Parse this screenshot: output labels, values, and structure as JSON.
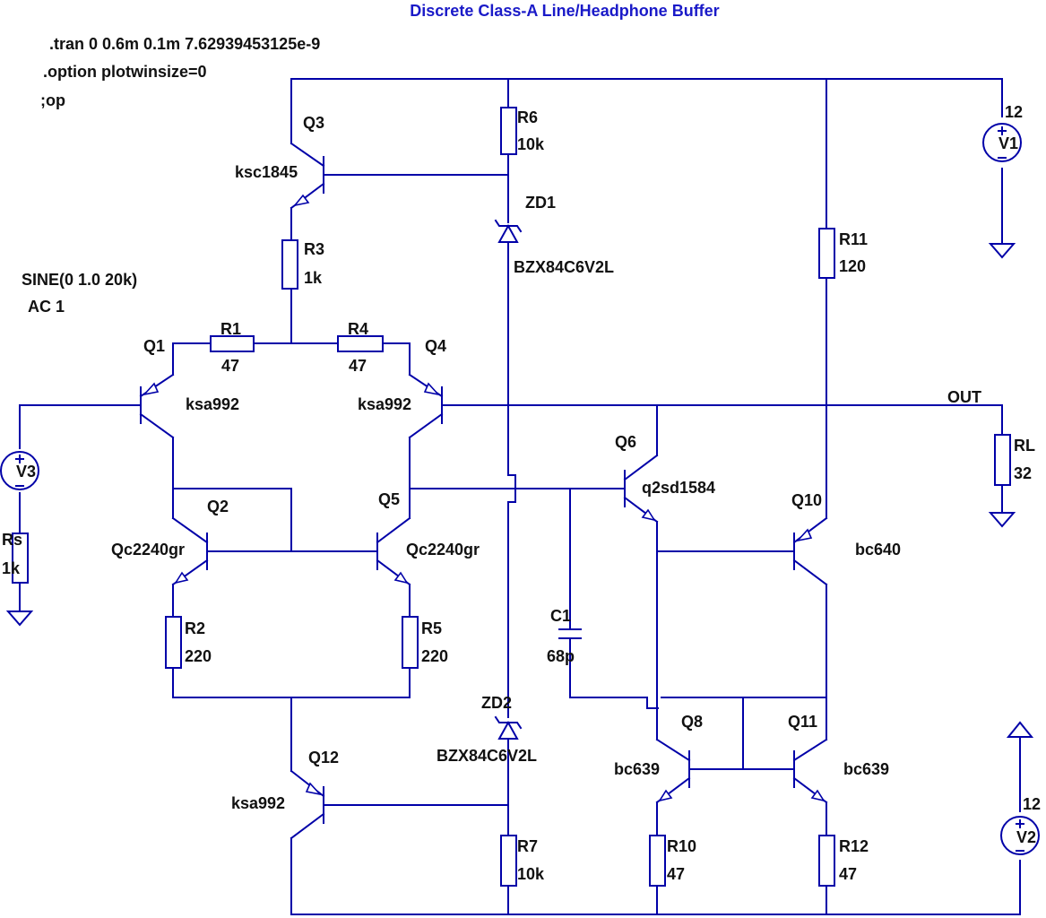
{
  "title": "Discrete Class-A Line/Headphone Buffer",
  "directives": [
    ".tran 0 0.6m 0.1m 7.62939453125e-9",
    ".option plotwinsize=0",
    ";op"
  ],
  "source_spec": [
    "SINE(0 1.0 20k)",
    "AC 1"
  ],
  "net_out": "OUT",
  "components": {
    "q1": {
      "ref": "Q1",
      "model": "ksa992"
    },
    "q2": {
      "ref": "Q2",
      "model": "Qc2240gr"
    },
    "q3": {
      "ref": "Q3",
      "model": "ksc1845"
    },
    "q4": {
      "ref": "Q4",
      "model": "ksa992"
    },
    "q5": {
      "ref": "Q5",
      "model": "Qc2240gr"
    },
    "q6": {
      "ref": "Q6",
      "model": "q2sd1584"
    },
    "q8": {
      "ref": "Q8",
      "model": "bc639"
    },
    "q10": {
      "ref": "Q10",
      "model": "bc640"
    },
    "q11": {
      "ref": "Q11",
      "model": "bc639"
    },
    "q12": {
      "ref": "Q12",
      "model": "ksa992"
    },
    "r1": {
      "ref": "R1",
      "value": "47"
    },
    "r2": {
      "ref": "R2",
      "value": "220"
    },
    "r3": {
      "ref": "R3",
      "value": "1k"
    },
    "r4": {
      "ref": "R4",
      "value": "47"
    },
    "r5": {
      "ref": "R5",
      "value": "220"
    },
    "r6": {
      "ref": "R6",
      "value": "10k"
    },
    "r7": {
      "ref": "R7",
      "value": "10k"
    },
    "r10": {
      "ref": "R10",
      "value": "47"
    },
    "r11": {
      "ref": "R11",
      "value": "120"
    },
    "r12": {
      "ref": "R12",
      "value": "47"
    },
    "rs": {
      "ref": "Rs",
      "value": "1k"
    },
    "rl": {
      "ref": "RL",
      "value": "32"
    },
    "c1": {
      "ref": "C1",
      "value": "68p"
    },
    "zd1": {
      "ref": "ZD1",
      "model": "BZX84C6V2L"
    },
    "zd2": {
      "ref": "ZD2",
      "model": "BZX84C6V2L"
    },
    "v1": {
      "ref": "V1",
      "value": "12"
    },
    "v2": {
      "ref": "V2",
      "value": "12"
    },
    "v3": {
      "ref": "V3"
    }
  }
}
